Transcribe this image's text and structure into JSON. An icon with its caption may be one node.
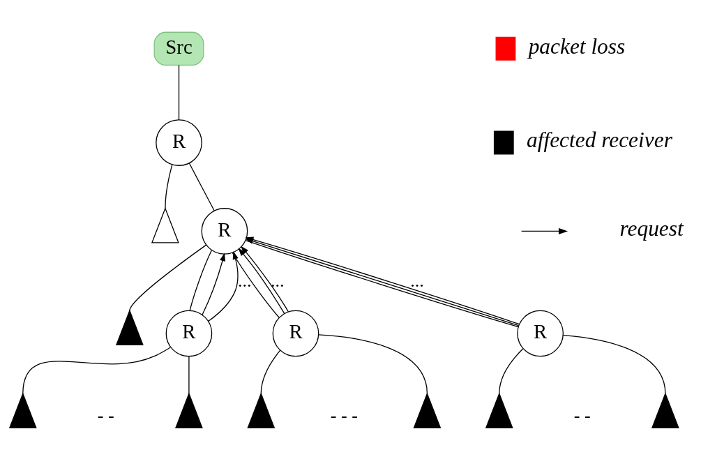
{
  "diagram": {
    "nodes": [
      {
        "text": [
          "Src"
        ]
      },
      {
        "text": [
          "R"
        ]
      },
      {
        "text": [],
        "shape": "triangle"
      },
      {
        "text": [
          "R"
        ]
      },
      {
        "text": [
          "R"
        ]
      },
      {
        "text": [
          "R"
        ]
      },
      {
        "text": [
          "R"
        ]
      },
      {
        "text": [],
        "shape": "triangle"
      },
      {
        "text": [],
        "shape": "triangle"
      },
      {
        "text": [],
        "shape": "triangle"
      },
      {
        "text": [],
        "shape": "triangle"
      },
      {
        "text": [],
        "shape": "triangle"
      },
      {
        "text": [],
        "shape": "triangle"
      },
      {
        "text": [],
        "shape": "triangle"
      }
    ],
    "edges": [
      {
        "from": 0,
        "to": 1,
        "arrow": "none"
      },
      {
        "from": 1,
        "to": 2,
        "arrow": "none"
      },
      {
        "from": 1,
        "to": 3,
        "arrow": "none"
      },
      {
        "from": 3,
        "to": 4,
        "arrow": "none"
      },
      {
        "from": 3,
        "to": 5,
        "arrow": "none"
      },
      {
        "from": 3,
        "to": 6,
        "arrow": "none"
      },
      {
        "from": 3,
        "to": 7,
        "arrow": "none"
      },
      {
        "from": 4,
        "to": 8,
        "arrow": "none"
      },
      {
        "from": 4,
        "to": 9,
        "arrow": "none"
      },
      {
        "from": 5,
        "to": 10,
        "arrow": "none"
      },
      {
        "from": 5,
        "to": 11,
        "arrow": "none"
      },
      {
        "from": 6,
        "to": 12,
        "arrow": "none"
      },
      {
        "from": 6,
        "to": 13,
        "arrow": "none"
      },
      {
        "from": 4,
        "to": 3,
        "arrow": "to",
        "label": "..."
      },
      {
        "from": 4,
        "to": 3,
        "arrow": "to"
      },
      {
        "from": 5,
        "to": 3,
        "arrow": "to",
        "label": "..."
      },
      {
        "from": 5,
        "to": 3,
        "arrow": "to"
      },
      {
        "from": 6,
        "to": 3,
        "arrow": "to",
        "label": "..."
      },
      {
        "from": 6,
        "to": 3,
        "arrow": "to"
      }
    ],
    "labels": [
      "- -",
      "- - -",
      "- -"
    ],
    "legend": [
      {
        "text": "packet loss"
      },
      {
        "text": "affected receiver"
      },
      {
        "text": "request"
      }
    ]
  }
}
